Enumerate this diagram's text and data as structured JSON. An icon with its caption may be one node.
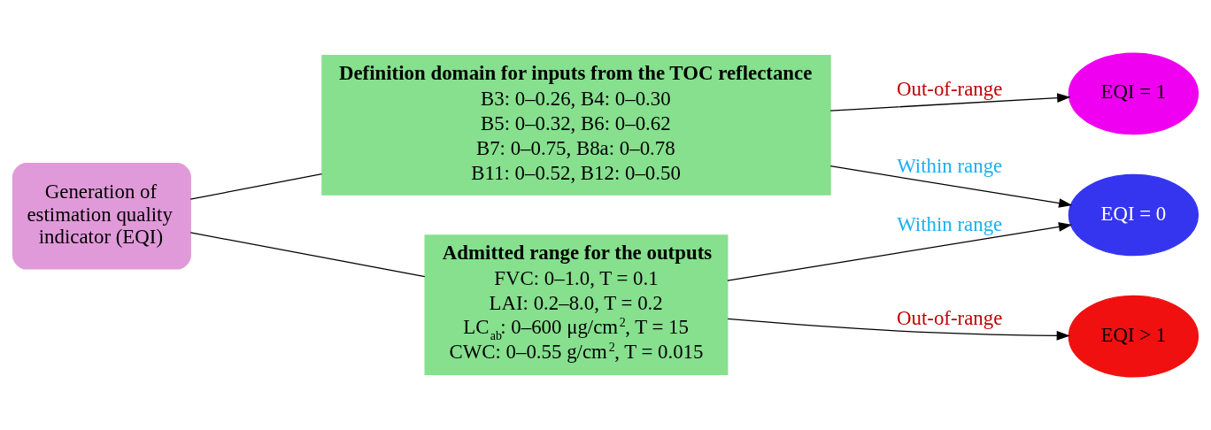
{
  "diagram": {
    "nodes": [
      {
        "text": [
          "Generation of estimation quality indicator (EQI)"
        ]
      },
      {
        "text": [
          "Definition domain for inputs from the TOC reflectance",
          "B3: 0–0.26, B4: 0–0.30",
          "B5: 0–0.32, B6: 0–0.62",
          "B7: 0–0.75, B8a: 0–0.78",
          "B11: 0–0.52, B12: 0–0.50"
        ]
      },
      {
        "text": [
          "Admitted range for the outputs",
          "FVC: 0–1.0, T = 0.1",
          "LAI: 0.2–8.0, T = 0.2",
          "LC$_{ab}$: 0–600 μg/cm$^{2}$, T = 15",
          "CWC: 0–0.55 g/cm$^{2}$, T = 0.015"
        ]
      },
      {
        "text": [
          "EQI = 1"
        ]
      },
      {
        "text": [
          "EQI = 0"
        ]
      },
      {
        "text": [
          "EQI > 1"
        ]
      }
    ],
    "edges": [
      {
        "from": 0,
        "to": 1,
        "arrow": "none"
      },
      {
        "from": 0,
        "to": 2,
        "arrow": "none"
      },
      {
        "from": 1,
        "to": 3,
        "arrow": "to",
        "label": "Out-of-range"
      },
      {
        "from": 1,
        "to": 4,
        "arrow": "to",
        "label": "Within range"
      },
      {
        "from": 2,
        "to": 4,
        "arrow": "to",
        "label": "Within range"
      },
      {
        "from": 2,
        "to": 5,
        "arrow": "to",
        "label": "Out-of-range"
      }
    ]
  }
}
